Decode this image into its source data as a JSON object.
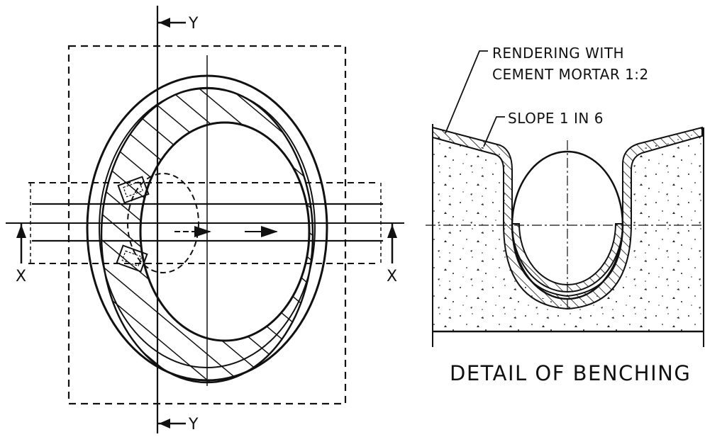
{
  "plan": {
    "section_y_top": "Y",
    "section_y_bottom": "Y",
    "section_x_left": "X",
    "section_x_right": "X"
  },
  "detail": {
    "note_rendering_line1": "RENDERING WITH",
    "note_rendering_line2": "CEMENT MORTAR 1:2",
    "note_slope": "SLOPE 1 IN 6",
    "caption": "DETAIL OF BENCHING"
  }
}
